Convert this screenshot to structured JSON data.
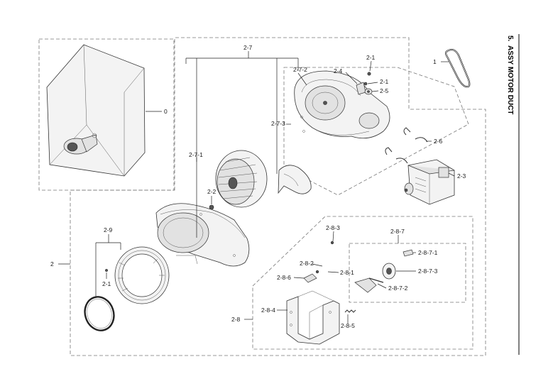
{
  "title": {
    "number": "5.",
    "text": "ASSY MOTOR DUCT"
  },
  "labels": {
    "l0": "0",
    "l1": "1",
    "l2": "2",
    "l2_1a": "2-1",
    "l2_1b": "2-1",
    "l2_1c": "2-1",
    "l2_2": "2-2",
    "l2_3": "2-3",
    "l2_4": "2-4",
    "l2_5": "2-5",
    "l2_6": "2-6",
    "l2_7": "2-7",
    "l2_7_1": "2-7-1",
    "l2_7_2": "2-7-2",
    "l2_7_3": "2-7-3",
    "l2_8": "2-8",
    "l2_8_1": "2-8-1",
    "l2_8_2": "2-8-2",
    "l2_8_3": "2-8-3",
    "l2_8_4": "2-8-4",
    "l2_8_5": "2-8-5",
    "l2_8_6": "2-8-6",
    "l2_8_7": "2-8-7",
    "l2_8_7_1": "2-8-7-1",
    "l2_8_7_2": "2-8-7-2",
    "l2_8_7_3": "2-8-7-3",
    "l2_9": "2-9"
  }
}
